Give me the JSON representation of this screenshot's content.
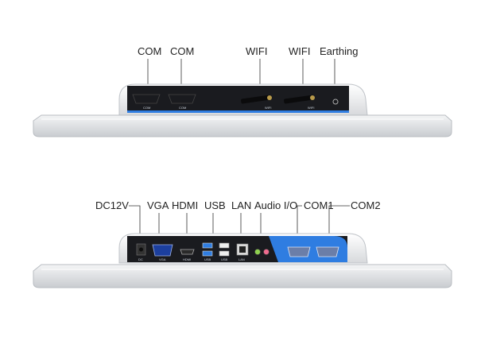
{
  "top_view": {
    "labels": [
      "COM",
      "COM",
      "WIFI",
      "WIFI",
      "Earthing"
    ],
    "port_text": [
      "COM",
      "COM",
      "WIFI",
      "WIFI"
    ]
  },
  "bottom_view": {
    "labels": [
      "DC12V",
      "VGA",
      "HDMI",
      "USB",
      "LAN",
      "Audio I/O",
      "COM1",
      "COM2"
    ],
    "port_text": [
      "DC",
      "VGA",
      "HDMI",
      "USB",
      "USB",
      "LAN"
    ]
  },
  "colors": {
    "accent": "#2f7de1",
    "panel": "#1a1b1f",
    "frame": "#dfe1e4"
  }
}
